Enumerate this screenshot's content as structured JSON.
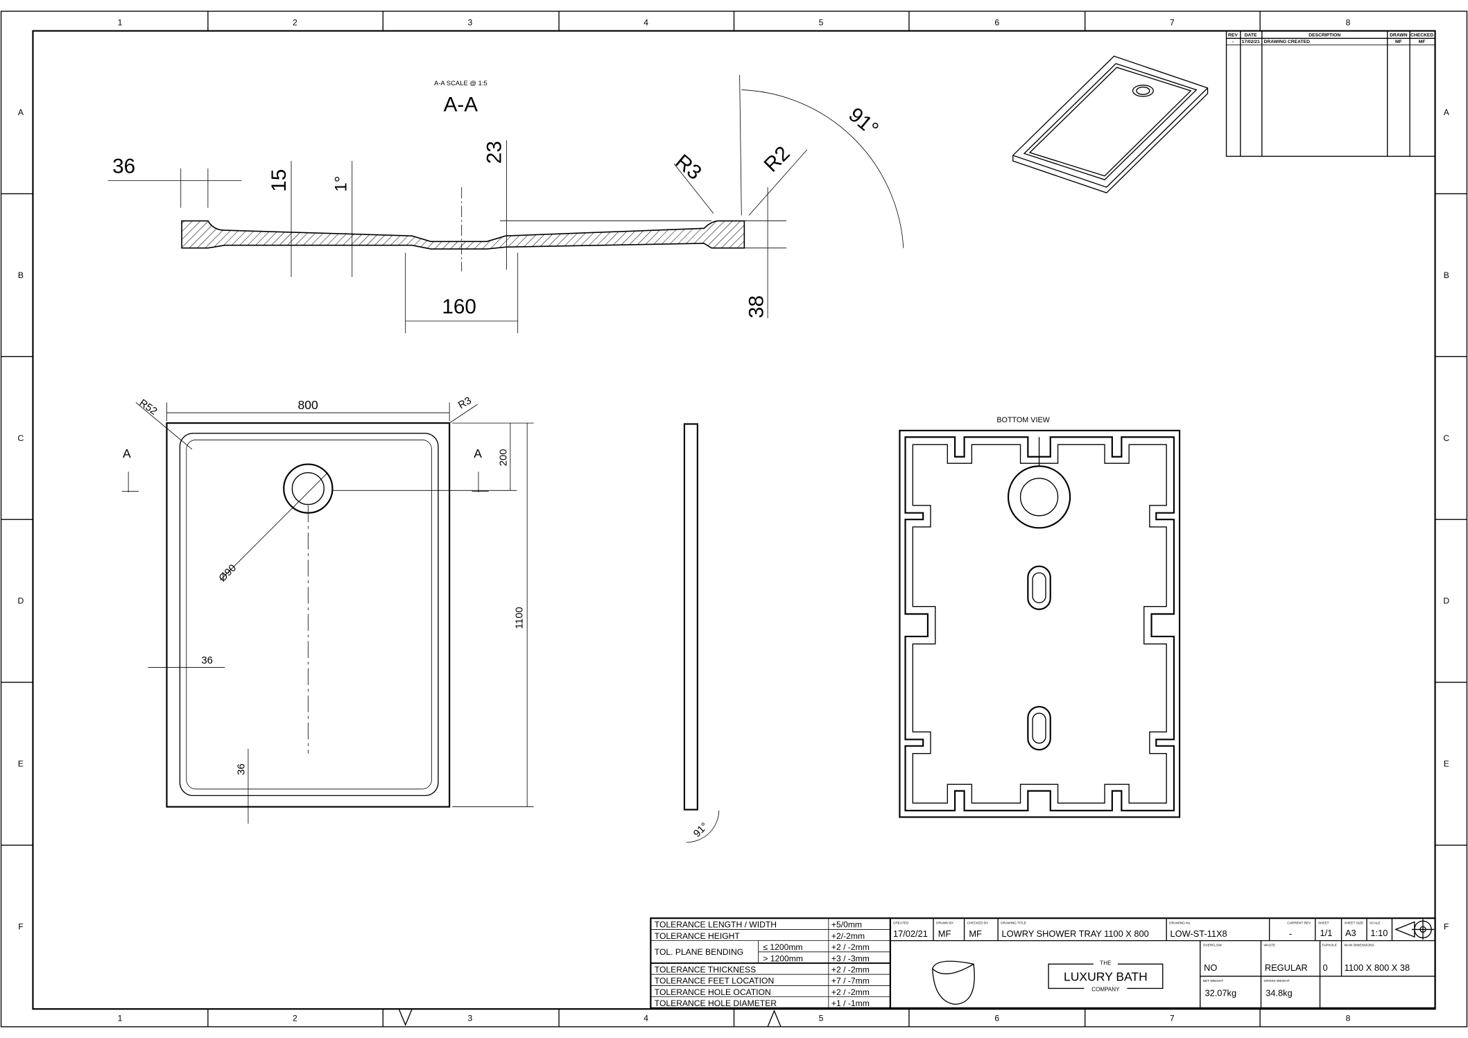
{
  "border": {
    "columns": [
      "1",
      "2",
      "3",
      "4",
      "5",
      "6",
      "7",
      "8"
    ],
    "rows": [
      "A",
      "B",
      "C",
      "D",
      "E",
      "F"
    ]
  },
  "revision": {
    "headers": [
      "REV",
      "DATE",
      "DESCRIPTION",
      "DRAWN",
      "CHECKED"
    ],
    "rows": [
      [
        "-",
        "17/02/21",
        "DRAWING CREATED",
        "MF",
        "MF"
      ]
    ]
  },
  "section": {
    "scale_label": "A-A SCALE @ 1:5",
    "title": "A-A",
    "dims": {
      "d36": "36",
      "d15": "15",
      "d1": "1°",
      "d23": "23",
      "r3": "R3",
      "r2": "R2",
      "a91": "91°",
      "d160": "160",
      "d38": "38"
    }
  },
  "plan": {
    "r52": "R52",
    "w800": "800",
    "r3": "R3",
    "a_left": "A",
    "a_right": "A",
    "d200": "200",
    "dia90": "Ø90",
    "h1100": "1100",
    "d36a": "36",
    "d36b": "36"
  },
  "side": {
    "angle": "91°"
  },
  "bottom": {
    "label": "BOTTOM VIEW"
  },
  "tolerances": [
    {
      "label": "TOLERANCE LENGTH / WIDTH",
      "value": "+5/0mm"
    },
    {
      "label": "TOLERANCE HEIGHT",
      "value": "+2/-2mm"
    },
    {
      "label": "TOL. PLANE BENDING",
      "sub": [
        {
          "cond": "≤  1200mm",
          "value": "+2 / -2mm"
        },
        {
          "cond": ">  1200mm",
          "value": "+3 / -3mm"
        }
      ]
    },
    {
      "label": "TOLERANCE THICKNESS",
      "value": "+2 / -2mm"
    },
    {
      "label": "TOLERANCE FEET LOCATION",
      "value": "+7 / -7mm"
    },
    {
      "label": "TOLERANCE HOLE OCATION",
      "value": "+2 / -2mm"
    },
    {
      "label": "TOLERANCE HOLE DIAMETER",
      "value": "+1 / -1mm"
    }
  ],
  "title_block": {
    "created": {
      "label": "CREATED",
      "value": "17/02/21"
    },
    "drawn_by": {
      "label": "DRAWN BY",
      "value": "MF"
    },
    "checked_by": {
      "label": "CHECKED BY",
      "value": "MF"
    },
    "drawing_title": {
      "label": "DRAWING TITLE",
      "value": "LOWRY SHOWER TRAY 1100 X 800"
    },
    "drawing_no": {
      "label": "DRAWING No.",
      "value": "LOW-ST-11X8"
    },
    "current_rev": {
      "label": "CURRENT REV",
      "value": "-"
    },
    "sheet": {
      "label": "SHEET",
      "value": "1/1"
    },
    "sheet_size": {
      "label": "SHEET SIZE",
      "value": "A3"
    },
    "scale": {
      "label": "SCALE",
      "value": "1:10"
    },
    "overflow": {
      "label": "OVERFLOW",
      "value": "NO"
    },
    "waste": {
      "label": "WASTE",
      "value": "REGULAR"
    },
    "taphole": {
      "label": "TAPHOLE",
      "value": "0"
    },
    "main_dims": {
      "label": "MAIN DIMENSIONS",
      "value": "1100 X 800 X 38"
    },
    "net_weight": {
      "label": "NET WEIGHT",
      "value": "32.07kg"
    },
    "gross_weight": {
      "label": "GROSS WEIGHT",
      "value": "34.8kg"
    },
    "logo": {
      "the": "THE",
      "name": "LUXURY BATH",
      "company": "COMPANY"
    }
  }
}
